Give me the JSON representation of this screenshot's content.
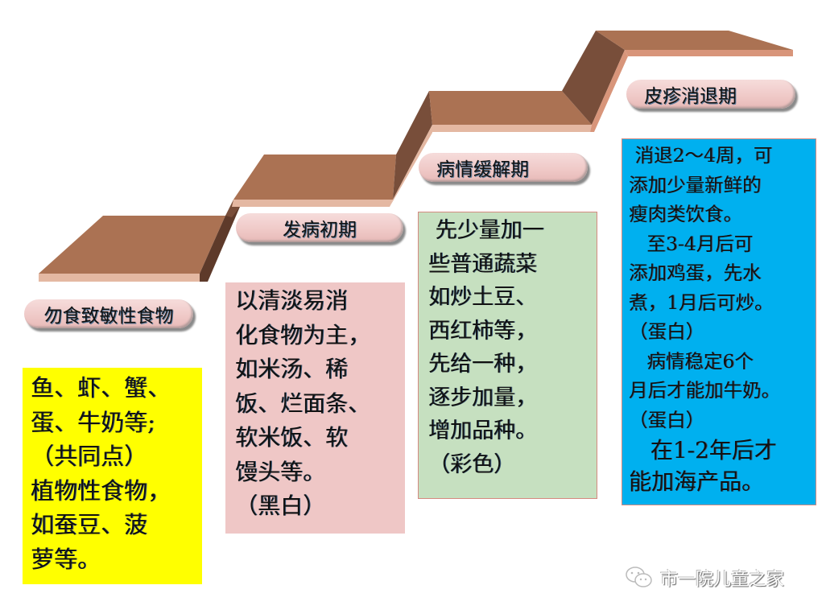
{
  "colors": {
    "stair_top": "#ab7253",
    "stair_riser": "#784e3a",
    "stair_edge": "#e4b8a2",
    "pill_bg": "#efc8c6",
    "box1_bg": "#ffff00",
    "box2_bg": "#efc7c6",
    "box3_bg": "#c6e0c0",
    "box4_bg": "#00b0ef"
  },
  "stages": [
    {
      "label": "勿食致敏性食物",
      "lines": [
        "鱼、虾、蟹、",
        "蛋、牛奶等;",
        "（共同点）",
        "植物性食物，",
        "如蚕豆、菠",
        "萝等。"
      ]
    },
    {
      "label": "发病初期",
      "lines": [
        "以清淡易消",
        "化食物为主，",
        "如米汤、稀",
        "饭、烂面条、",
        "软米饭、软",
        "馒头等。",
        "（黑白）"
      ]
    },
    {
      "label": "病情缓解期",
      "lines": [
        " 先少量加一",
        "些普通蔬菜",
        "如炒土豆、",
        "西红柿等，",
        "先给一种，",
        "逐步加量，",
        "增加品种。",
        "（彩色）"
      ]
    },
    {
      "label": "皮疹消退期",
      "lines": [
        " 消退2～4周，可",
        "添加少量新鲜的",
        "瘦肉类饮食。",
        "   至3-4月后可",
        "添加鸡蛋，先水",
        "煮，1月后可炒。",
        "（蛋白）",
        "   病情稳定6个",
        "月后才能加牛奶。",
        "（蛋白）",
        "   在1-2年后才",
        "能加海产品。"
      ]
    }
  ],
  "watermark": {
    "icon": "wechat-icon",
    "text": "市一院儿童之家"
  }
}
